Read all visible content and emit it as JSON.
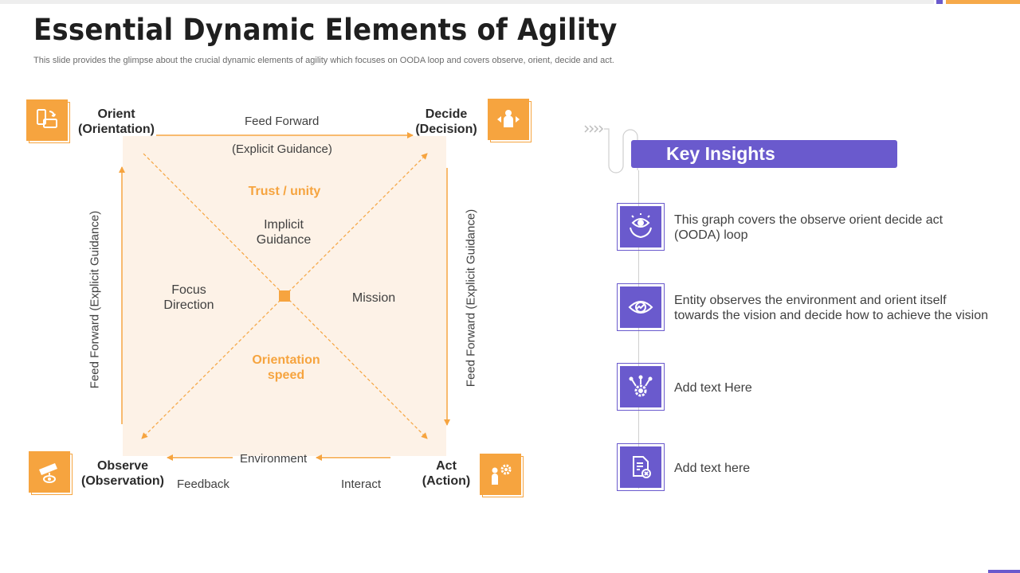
{
  "slide": {
    "title": "Essential Dynamic Elements of Agility",
    "subtitle": "This slide provides the glimpse about the crucial dynamic elements of agility which focuses on OODA loop and covers observe, orient, decide and act."
  },
  "ooda": {
    "orient": {
      "line1": "Orient",
      "line2": "(Orientation)",
      "icon": "phone-rotate-icon"
    },
    "decide": {
      "line1": "Decide",
      "line2": "(Decision)",
      "icon": "decision-person-icon"
    },
    "observe": {
      "line1": "Observe",
      "line2": "(Observation)",
      "icon": "telescope-eye-icon"
    },
    "act": {
      "line1": "Act",
      "line2": "(Action)",
      "icon": "person-gear-icon"
    },
    "top_edge": {
      "label": "Feed Forward",
      "sublabel": "(Explicit Guidance)"
    },
    "left_edge": "Feed Forward (Explicit Guidance)",
    "right_edge": "Feed Forward (Explicit Guidance)",
    "bottom_edge": {
      "label": "Environment",
      "left": "Feedback",
      "right": "Interact"
    },
    "center": {
      "trust": "Trust / unity",
      "implicit": {
        "line1": "Implicit",
        "line2": "Guidance"
      },
      "focus": {
        "line1": "Focus",
        "line2": "Direction"
      },
      "mission": "Mission",
      "orientation_speed": {
        "line1": "Orientation",
        "line2": "speed"
      }
    }
  },
  "insights": {
    "header": "Key Insights",
    "items": [
      {
        "icon": "eye-hands-icon",
        "line1": "This graph covers the observe orient decide act",
        "line2": "(OODA) loop"
      },
      {
        "icon": "eye-chart-icon",
        "line1": "Entity observes the environment  and orient itself",
        "line2": "towards the vision and decide how to achieve the vision"
      },
      {
        "icon": "gear-network-icon",
        "line1": "Add text Here",
        "line2": ""
      },
      {
        "icon": "document-x-icon",
        "line1": "Add text here",
        "line2": ""
      }
    ]
  },
  "colors": {
    "orange": "#f6a43f",
    "purple": "#6a5acd",
    "square_fill": "#fdf2e7"
  }
}
